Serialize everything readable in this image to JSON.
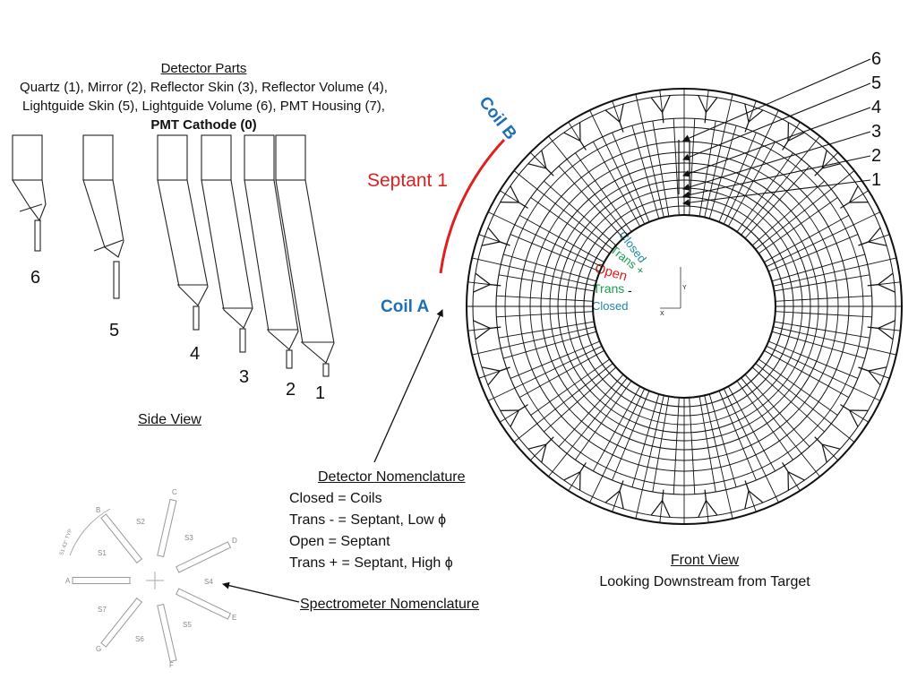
{
  "detector_parts": {
    "title": "Detector Parts",
    "line1": "Quartz (1), Mirror (2), Reflector Skin (3), Reflector Volume (4),",
    "line2": "Lightguide Skin (5), Lightguide Volume (6), PMT Housing (7),",
    "line3": "PMT Cathode (0)"
  },
  "side_view": {
    "caption": "Side View",
    "labels": [
      "6",
      "5",
      "4",
      "3",
      "2",
      "1"
    ]
  },
  "front_view": {
    "caption_line1": "Front View",
    "caption_line2": "Looking Downstream from Target",
    "ring_labels": [
      "6",
      "5",
      "4",
      "3",
      "2",
      "1"
    ],
    "coil_a": "Coil A",
    "coil_b": "Coil B",
    "septant": "Septant 1",
    "region_closed_top": "Closed",
    "region_trans_plus": "Trans +",
    "region_open": "Open",
    "region_trans_minus": "Trans",
    "region_trans_minus_sign": "-",
    "region_closed_bottom": "Closed",
    "axis_y": "Y",
    "axis_x": "X"
  },
  "detector_nomenclature": {
    "title": "Detector Nomenclature",
    "lines": [
      "Closed = Coils",
      "Trans - = Septant, Low ϕ",
      "Open = Septant",
      "Trans + = Septant, High ϕ"
    ]
  },
  "spectrometer": {
    "caption": "Spectrometer Nomenclature",
    "coils": [
      "A",
      "B",
      "C",
      "D",
      "E",
      "F",
      "G"
    ],
    "septants": [
      "S1",
      "S2",
      "S3",
      "S4",
      "S5",
      "S6",
      "S7"
    ],
    "angle_note": "51.43° TYP"
  },
  "colors": {
    "coil_blue": "#1f6fb5",
    "septant_red": "#e02020",
    "trans_green": "#1aa050",
    "teal": "#1a8aa0"
  }
}
